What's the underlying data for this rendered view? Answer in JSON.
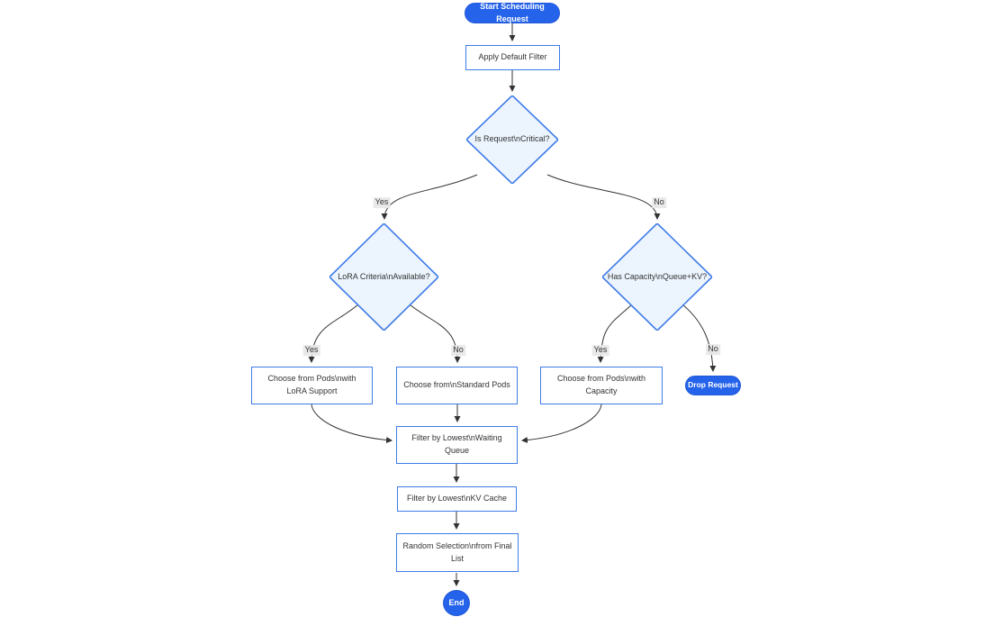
{
  "diagram": {
    "type": "flowchart",
    "direction": "top-down",
    "background": "#ffffff"
  },
  "nodes": {
    "start": {
      "label": "Start Scheduling Request",
      "shape": "stadium"
    },
    "apply_filter": {
      "label": "Apply Default Filter",
      "shape": "rect"
    },
    "is_critical": {
      "label": "Is Request\\nCritical?",
      "shape": "diamond"
    },
    "lora_criteria": {
      "label": "LoRA Criteria\\nAvailable?",
      "shape": "diamond"
    },
    "has_capacity": {
      "label": "Has Capacity\\nQueue+KV?",
      "shape": "diamond"
    },
    "choose_lora": {
      "label": "Choose from Pods\\nwith LoRA Support",
      "shape": "rect"
    },
    "choose_standard": {
      "label": "Choose from\\nStandard Pods",
      "shape": "rect"
    },
    "choose_capacity": {
      "label": "Choose from Pods\\nwith Capacity",
      "shape": "rect"
    },
    "drop_request": {
      "label": "Drop Request",
      "shape": "stadium"
    },
    "filter_queue": {
      "label": "Filter by Lowest\\nWaiting Queue",
      "shape": "rect"
    },
    "filter_kv": {
      "label": "Filter by Lowest\\nKV Cache",
      "shape": "rect"
    },
    "random_selection": {
      "label": "Random Selection\\nfrom Final List",
      "shape": "rect"
    },
    "end": {
      "label": "End",
      "shape": "circle"
    }
  },
  "edges": [
    {
      "from": "start",
      "to": "apply_filter",
      "label": ""
    },
    {
      "from": "apply_filter",
      "to": "is_critical",
      "label": ""
    },
    {
      "from": "is_critical",
      "to": "lora_criteria",
      "label": "Yes"
    },
    {
      "from": "is_critical",
      "to": "has_capacity",
      "label": "No"
    },
    {
      "from": "lora_criteria",
      "to": "choose_lora",
      "label": "Yes"
    },
    {
      "from": "lora_criteria",
      "to": "choose_standard",
      "label": "No"
    },
    {
      "from": "has_capacity",
      "to": "choose_capacity",
      "label": "Yes"
    },
    {
      "from": "has_capacity",
      "to": "drop_request",
      "label": "No"
    },
    {
      "from": "choose_lora",
      "to": "filter_queue",
      "label": ""
    },
    {
      "from": "choose_standard",
      "to": "filter_queue",
      "label": ""
    },
    {
      "from": "choose_capacity",
      "to": "filter_queue",
      "label": ""
    },
    {
      "from": "filter_queue",
      "to": "filter_kv",
      "label": ""
    },
    {
      "from": "filter_kv",
      "to": "random_selection",
      "label": ""
    },
    {
      "from": "random_selection",
      "to": "end",
      "label": ""
    }
  ],
  "colors": {
    "accent_fill": "#2563eb",
    "node_border": "#3e7ce8",
    "diamond_fill": "#ecf4fd",
    "rect_fill": "#ffffff",
    "edge_stroke": "#333333",
    "edge_label_bg": "#e8e8e8",
    "text_dark": "#333333",
    "text_light": "#ffffff"
  }
}
